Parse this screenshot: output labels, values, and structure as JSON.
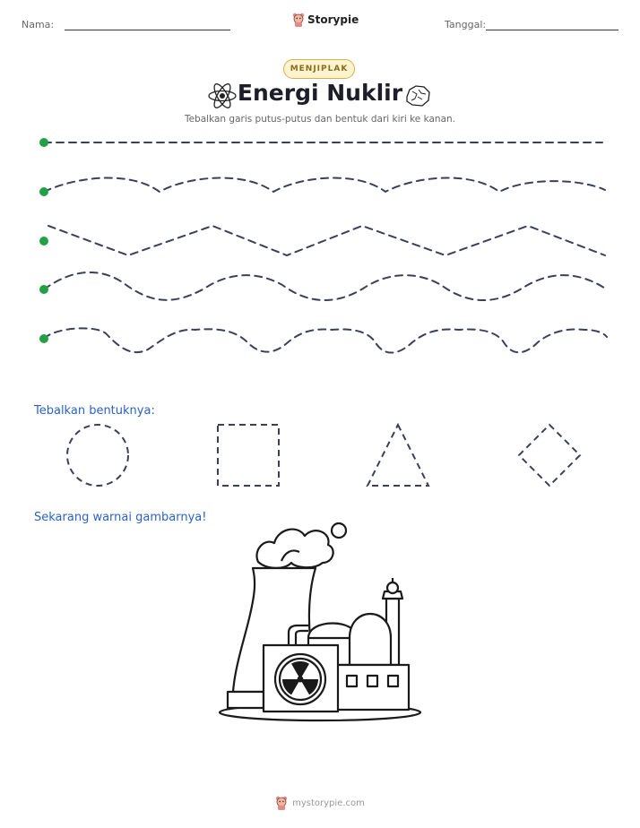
{
  "header": {
    "name_label": "Nama:",
    "date_label": "Tanggal:",
    "brand": "Storypie"
  },
  "badge": "MENJIPLAK",
  "title": "Energi Nuklir",
  "subtitle": "Tebalkan garis putus-putus dan bentuk dari kiri ke kanan.",
  "trace_lines": [
    "straight",
    "wave",
    "zigzag",
    "wave",
    "bumpy-wave"
  ],
  "shapes_section": {
    "label": "Tebalkan bentuknya:",
    "shapes": [
      "circle",
      "square",
      "triangle",
      "diamond"
    ]
  },
  "coloring_section": {
    "label": "Sekarang warnai gambarnya!",
    "image": "nuclear-power-plant"
  },
  "footer": {
    "site": "mystorypie.com"
  },
  "colors": {
    "start_dot": "#22a045",
    "dash": "#3a3f5c",
    "section_label": "#2b62c8",
    "badge_border": "#d9b24c"
  }
}
